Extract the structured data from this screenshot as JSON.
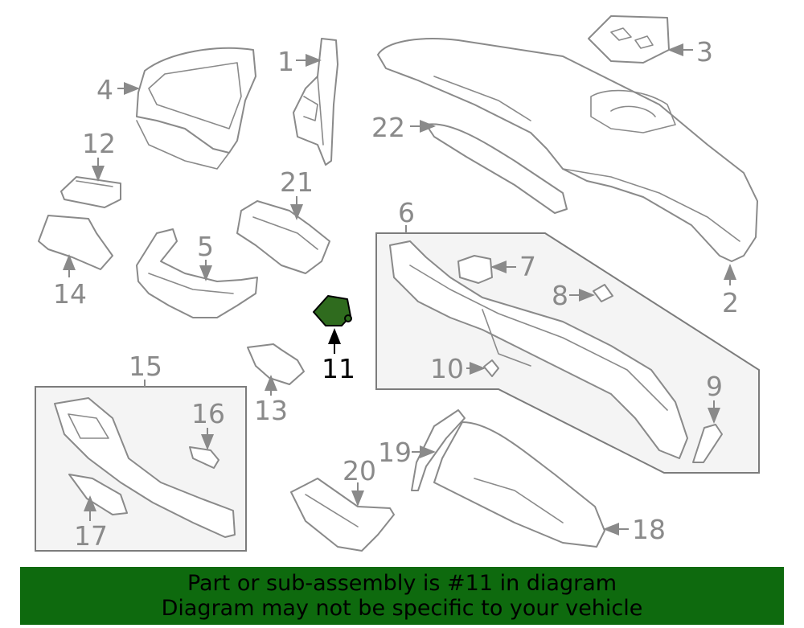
{
  "diagram": {
    "callouts": {
      "c1": "1",
      "c2": "2",
      "c3": "3",
      "c4": "4",
      "c5": "5",
      "c6": "6",
      "c7": "7",
      "c8": "8",
      "c9": "9",
      "c10": "10",
      "c11": "11",
      "c12": "12",
      "c13": "13",
      "c14": "14",
      "c15": "15",
      "c16": "16",
      "c17": "17",
      "c18": "18",
      "c19": "19",
      "c20": "20",
      "c21": "21",
      "c22": "22"
    },
    "highlighted_part": "11",
    "colors": {
      "line": "#8a8a8a",
      "highlight_fill": "#2f6b1e",
      "banner_bg": "#0e6a0e",
      "box_fill": "#f4f4f4"
    }
  },
  "banner": {
    "line1": "Part or sub-assembly is #11 in diagram",
    "line2": "Diagram may not be specific to your vehicle"
  }
}
